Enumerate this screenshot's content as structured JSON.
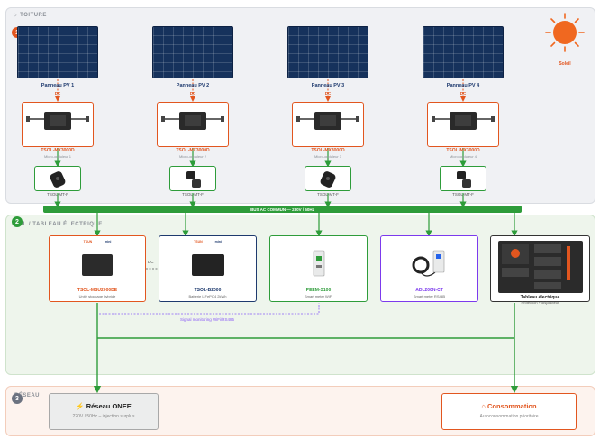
{
  "colors": {
    "accent_orange": "#e2561f",
    "ac_green": "#2e9c3a",
    "signal_purple": "#8b5cf6",
    "panel_navy": "#16325c",
    "zone_grey": "#f0f1f4",
    "zone_green": "#eef5ec",
    "zone_peach": "#fdf3ee"
  },
  "zones": {
    "roof": {
      "number": "1",
      "title": "TOITURE",
      "icon": "sun-icon"
    },
    "floor": {
      "number": "2",
      "title": "SOL / TABLEAU ÉLECTRIQUE"
    },
    "grid": {
      "number": "3",
      "title": "RÉSEAU"
    }
  },
  "sun": {
    "label": "Soleil"
  },
  "dc_label": "DC",
  "panels": [
    {
      "label": "Panneau PV 1"
    },
    {
      "label": "Panneau PV 2"
    },
    {
      "label": "Panneau PV 3"
    },
    {
      "label": "Panneau PV 4"
    }
  ],
  "micro_inverters": [
    {
      "name": "TSOL-MX3000D",
      "sub": "Micro-onduleur 1"
    },
    {
      "name": "TSOL-MX3000D",
      "sub": "Micro-onduleur 2"
    },
    {
      "name": "TSOL-MX3000D",
      "sub": "Micro-onduleur 3"
    },
    {
      "name": "TSOL-MX3000D",
      "sub": "Micro-onduleur 4"
    }
  ],
  "plugs": [
    {
      "name": "TSOL-MT-F"
    },
    {
      "name": "TSOL-MT-F"
    },
    {
      "name": "TSOL-MT-F"
    },
    {
      "name": "TSOL-MT-F"
    }
  ],
  "bus": {
    "label": "BUS AC COMMUN — 230V / 50Hz"
  },
  "devices": [
    {
      "name": "TSOL-MSU2000DE",
      "sub": "Unité stockage hybride"
    },
    {
      "name": "TSOL-B2000",
      "sub": "Batterie LiFePO4 2kWh"
    },
    {
      "name": "PEEM-S100",
      "sub": "Smart meter WiFi"
    },
    {
      "name": "ADL200N-CT",
      "sub": "Smart meter RS485"
    },
    {
      "name": "Tableau électrique",
      "sub": "Protection + disjoncteur"
    }
  ],
  "brand_logos": [
    "TSUN",
    "mini"
  ],
  "storage_link": {
    "label": "DC"
  },
  "signal": {
    "label": "Signal monitoring WiFi/RS485"
  },
  "grid": {
    "title": "Réseau ONEE",
    "sub": "220V / 50Hz – injection surplus",
    "icon": "lightning-icon"
  },
  "consumption": {
    "title": "Consommation",
    "sub": "Autoconsommation prioritaire",
    "icon": "house-icon"
  }
}
